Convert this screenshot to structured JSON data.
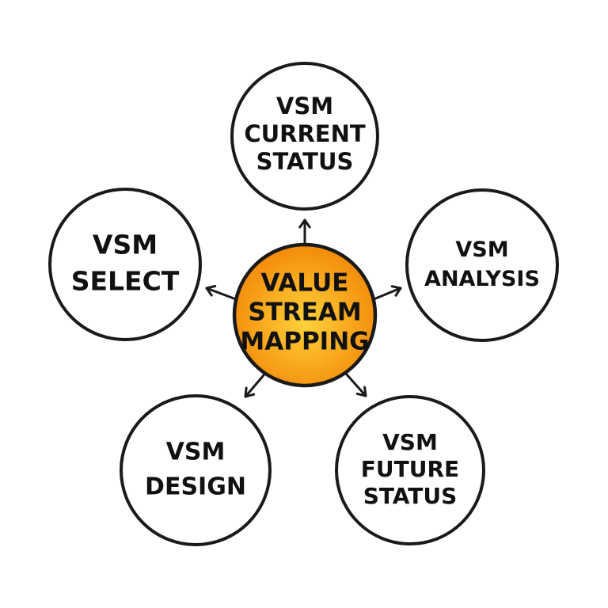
{
  "diagram": {
    "center": {
      "lines": [
        "VALUE",
        "STREAM",
        "MAPPING"
      ],
      "fill_light": "#ffd23a",
      "fill_dark": "#f38a0a"
    },
    "nodes": [
      {
        "id": "current-status",
        "lines": [
          "VSM",
          "CURRENT",
          "STATUS"
        ]
      },
      {
        "id": "analysis",
        "lines": [
          "VSM",
          "ANALYSIS"
        ]
      },
      {
        "id": "future-status",
        "lines": [
          "VSM",
          "FUTURE",
          "STATUS"
        ]
      },
      {
        "id": "design",
        "lines": [
          "VSM",
          "DESIGN"
        ]
      },
      {
        "id": "select",
        "lines": [
          "VSM",
          "SELECT"
        ]
      }
    ],
    "colors": {
      "stroke": "#1a1a1a",
      "text": "#111111",
      "node_fill": "#ffffff"
    }
  }
}
